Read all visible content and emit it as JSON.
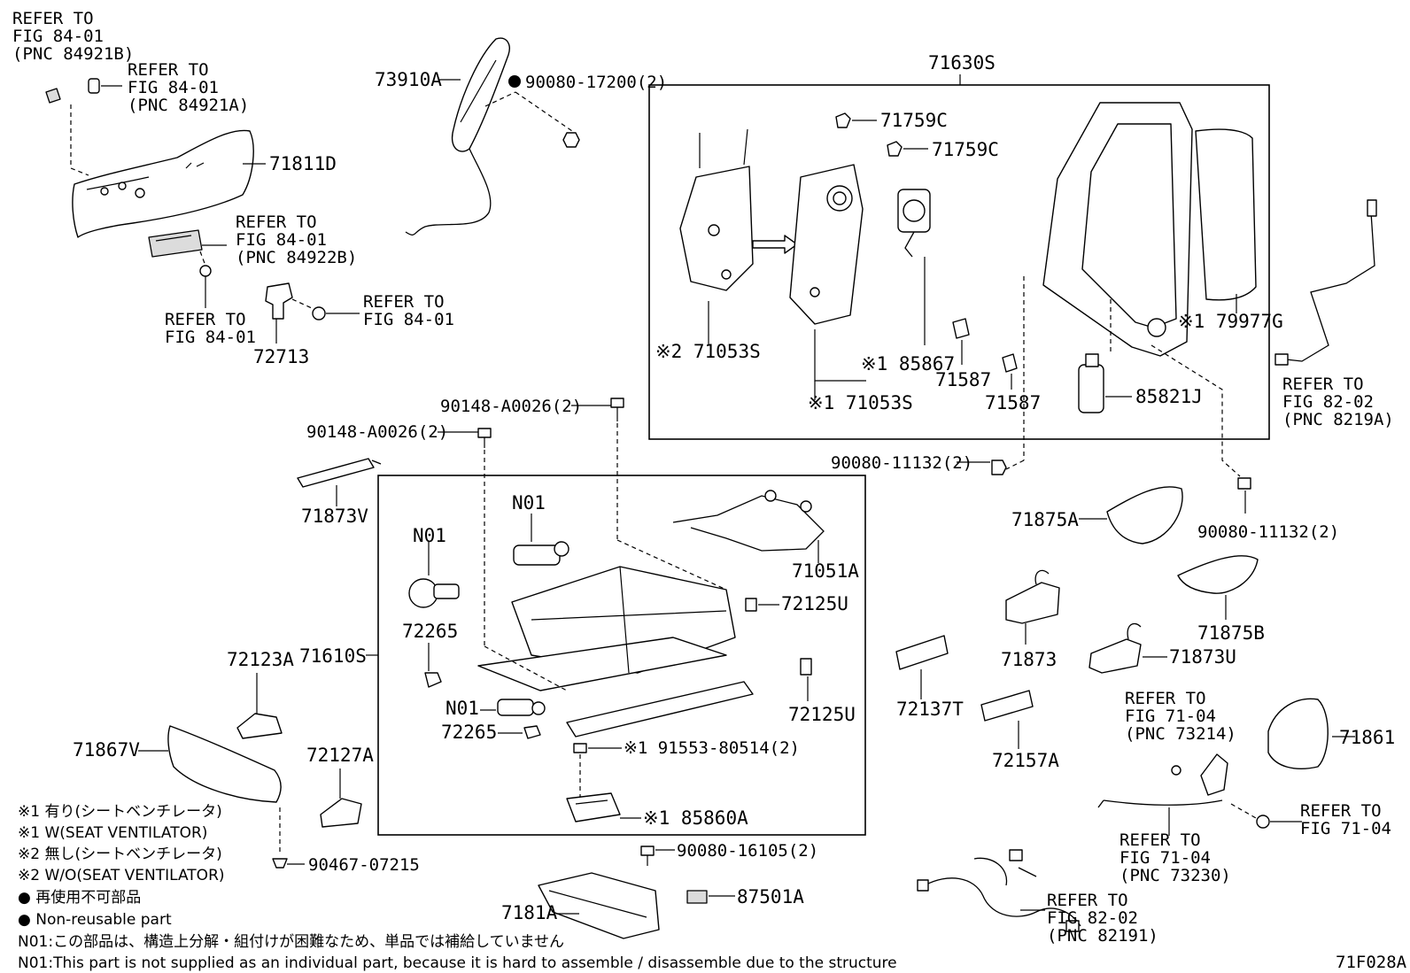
{
  "labels": {
    "refer_84_01_b_l1": "REFER TO",
    "refer_84_01_b_l2": "FIG 84-01",
    "refer_84_01_b_l3": "(PNC 84921B)",
    "refer_84_01_a_l1": "REFER TO",
    "refer_84_01_a_l2": "FIG 84-01",
    "refer_84_01_a_l3": "(PNC 84921A)",
    "p_73910A": "73910A",
    "p_90080_17200": "90080-17200(2)",
    "p_71811D": "71811D",
    "refer_84_01_c_l1": "REFER TO",
    "refer_84_01_c_l2": "FIG 84-01",
    "refer_84_01_c_l3": "(PNC 84922B)",
    "refer_84_01_d_l1": "REFER TO",
    "refer_84_01_d_l2": "FIG 84-01",
    "refer_84_01_e_l1": "REFER TO",
    "refer_84_01_e_l2": "FIG 84-01",
    "p_72713": "72713",
    "p_71630S": "71630S",
    "p_71759C_a": "71759C",
    "p_71759C_b": "71759C",
    "p_71053S_2": "※2 71053S",
    "p_185867": "※1 85867",
    "p_71053S_1": "※1 71053S",
    "p_71587_a": "71587",
    "p_71587_b": "71587",
    "p_79977G": "※1 79977G",
    "p_85821J": "85821J",
    "refer_82_02_a_l1": "REFER TO",
    "refer_82_02_a_l2": "FIG 82-02",
    "refer_82_02_a_l3": "(PNC 8219A)",
    "p_90148_a": "90148-A0026(2)",
    "p_90148_b": "90148-A0026(2)",
    "p_90080_11132_a": "90080-11132(2)",
    "p_90080_11132_b": "90080-11132(2)",
    "p_71873V": "71873V",
    "p_N01_a": "N01",
    "p_N01_b": "N01",
    "p_N01_c": "N01",
    "p_71051A": "71051A",
    "p_72125U_a": "72125U",
    "p_72125U_b": "72125U",
    "p_72265_a": "72265",
    "p_72265_b": "72265",
    "p_71610S": "71610S",
    "p_72123A": "72123A",
    "p_71867V": "71867V",
    "p_72127A": "72127A",
    "p_91553": "※1 91553-80514(2)",
    "p_85860A": "※1 85860A",
    "p_71875A": "71875A",
    "p_71875B": "71875B",
    "p_71873": "71873",
    "p_71873U": "71873U",
    "p_72137T": "72137T",
    "p_72157A": "72157A",
    "refer_71_04_a_l1": "REFER TO",
    "refer_71_04_a_l2": "FIG 71-04",
    "refer_71_04_a_l3": "(PNC 73214)",
    "p_71861": "71861",
    "refer_71_04_b_l1": "REFER TO",
    "refer_71_04_b_l2": "FIG 71-04",
    "refer_71_04_c_l1": "REFER TO",
    "refer_71_04_c_l2": "FIG 71-04",
    "refer_71_04_c_l3": "(PNC 73230)",
    "p_90080_16105": "90080-16105(2)",
    "p_87501A": "87501A",
    "p_7181A": "7181A",
    "refer_82_02_b_l1": "REFER TO",
    "refer_82_02_b_l2": "FIG 82-02",
    "refer_82_02_b_l3": "(PNC 82191)",
    "p_90467": "90467-07215",
    "diagram_code": "71F028A"
  },
  "notes": {
    "n1": "※1 有り(シートベンチレータ)",
    "n2": "※1 W(SEAT VENTILATOR)",
    "n3": "※2 無し(シートベンチレータ)",
    "n4": "※2 W/O(SEAT VENTILATOR)",
    "n5": "● 再使用不可部品",
    "n6": "● Non-reusable part",
    "n7": "N01:この部品は、構造上分解・組付けが困難なため、単品では補給していません",
    "n8": "N01:This part is not supplied as an individual part, because it is hard to assemble / disassemble due to the structure"
  }
}
